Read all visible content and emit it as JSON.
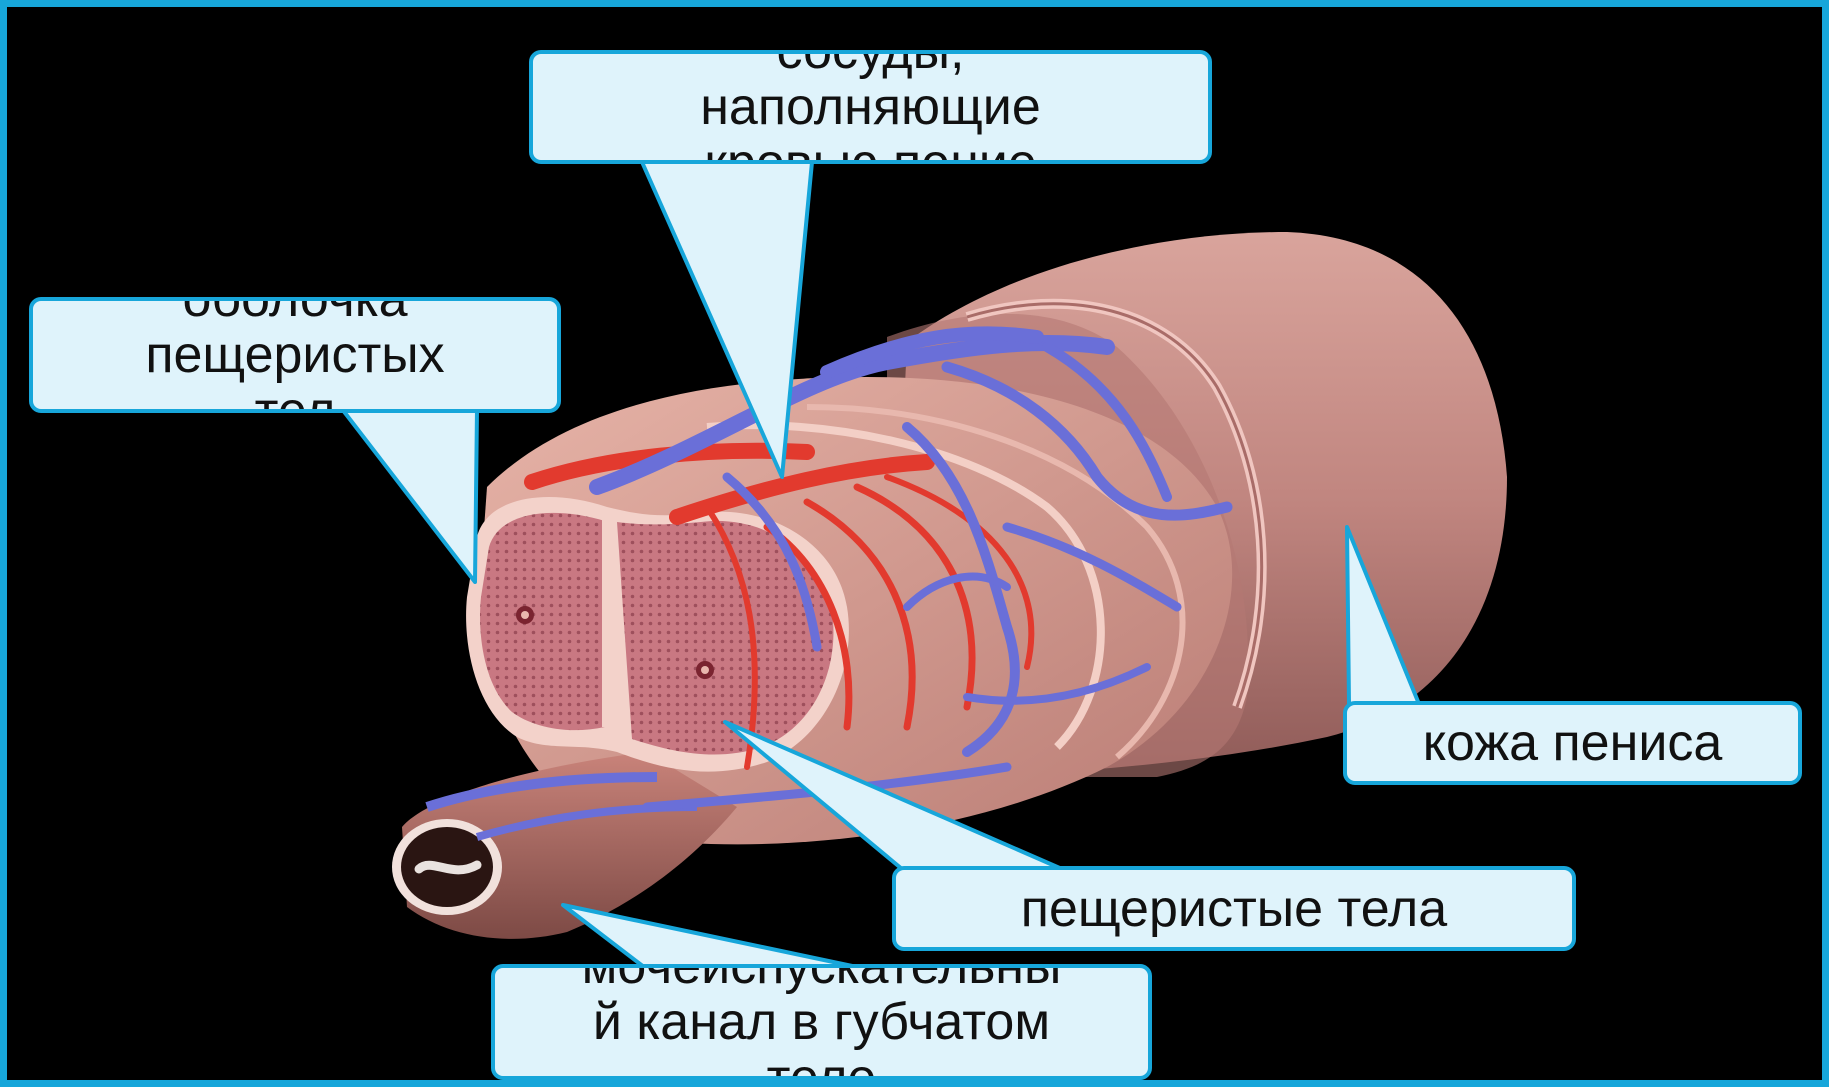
{
  "colors": {
    "frame": "#17a6da",
    "callout_fill": "#dff3fb",
    "callout_border": "#17a6da",
    "background": "#000000",
    "skin": "#c58a84",
    "artery": "#e23a2e",
    "vein": "#6a6fd8",
    "cavernous_tissue": "#c2707a"
  },
  "labels": {
    "vessels": [
      "сосуды,",
      "наполняющие",
      "кровью пение"
    ],
    "tunica": [
      "оболочка",
      "пещеристых",
      "тел"
    ],
    "skin": [
      "кожа пениса"
    ],
    "cavernous_bodies": [
      "пещеристые тела"
    ],
    "urethra": [
      "мочеиспускательны",
      "й канал в губчатом",
      "теле"
    ]
  },
  "icons": {
    "illustration": "penis-cross-section-illustration"
  }
}
